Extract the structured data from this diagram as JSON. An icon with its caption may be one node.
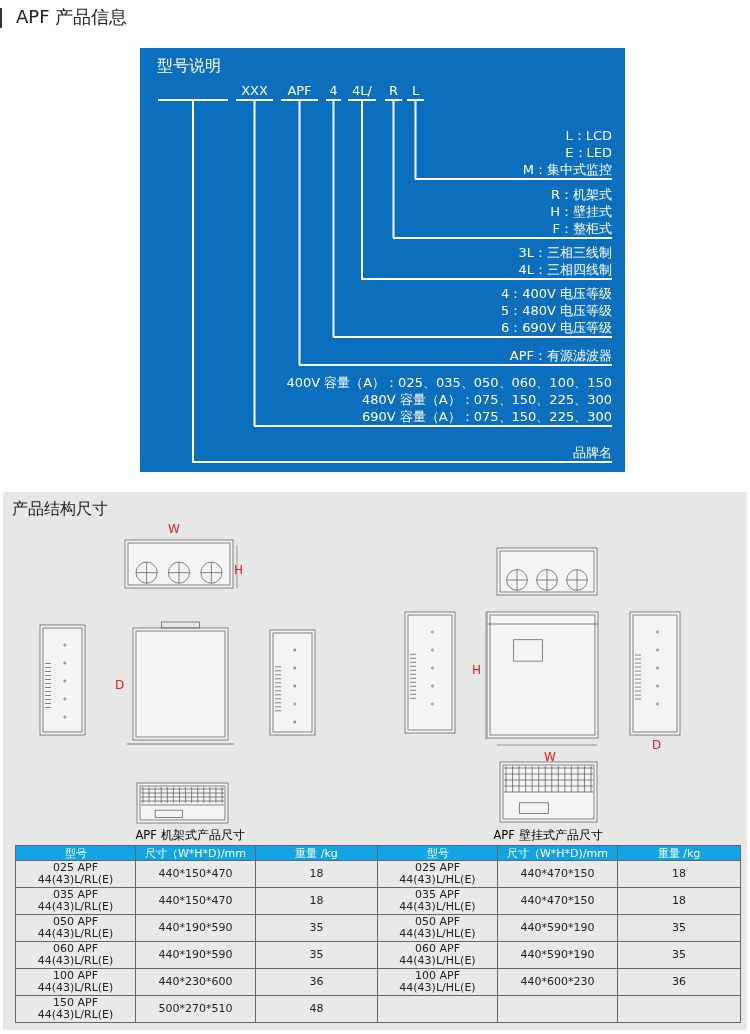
{
  "diagram": {
    "title": "APF 产品信息",
    "nodes": [
      {
        "text": [
          "型号说明"
        ]
      },
      {
        "text": [],
        "shape": "bar",
        "in": 0
      },
      {
        "text": [
          "XXX"
        ],
        "in": 0
      },
      {
        "text": [
          "APF"
        ],
        "in": 0
      },
      {
        "text": [
          "4"
        ],
        "in": 0
      },
      {
        "text": [
          "4L/"
        ],
        "in": 0
      },
      {
        "text": [
          "R"
        ],
        "in": 0
      },
      {
        "text": [
          "L"
        ],
        "in": 0
      },
      {
        "text": [
          "L：LCD",
          "E：LED",
          "M：集中式监控"
        ],
        "in": 0
      },
      {
        "text": [
          "R：机架式",
          "H：壁挂式",
          "F：整柜式"
        ],
        "in": 0
      },
      {
        "text": [
          "3L：三相三线制",
          "4L：三相四线制"
        ],
        "in": 0
      },
      {
        "text": [
          "4：400V 电压等级",
          "5：480V 电压等级",
          "6：690V 电压等级"
        ],
        "in": 0
      },
      {
        "text": [
          "APF：有源滤波器"
        ],
        "in": 0
      },
      {
        "text": [
          "400V 容量（A）：025、035、050、060、100、150",
          "480V 容量（A）：075、150、225、300",
          "690V 容量（A）：075、150、225、300"
        ],
        "in": 0
      },
      {
        "text": [
          "品牌名"
        ],
        "in": 0
      }
    ],
    "edges": [
      {
        "from": 7,
        "to": 8,
        "arrow": "none"
      },
      {
        "from": 6,
        "to": 9,
        "arrow": "none"
      },
      {
        "from": 5,
        "to": 10,
        "arrow": "none"
      },
      {
        "from": 4,
        "to": 11,
        "arrow": "none"
      },
      {
        "from": 3,
        "to": 12,
        "arrow": "none"
      },
      {
        "from": 2,
        "to": 13,
        "arrow": "none"
      },
      {
        "from": 1,
        "to": 14,
        "arrow": "none"
      }
    ],
    "labels": [
      "产品结构尺寸",
      "W",
      "H",
      "D",
      "H",
      "W",
      "D",
      "APF 机架式产品尺寸",
      "APF 壁挂式产品尺寸",
      "型号",
      "尺寸（W*H*D)/mm",
      "重量 /kg",
      "型号",
      "尺寸（W*H*D)/mm",
      "重量 /kg",
      "025 APF 44(43)L/RL(E)",
      "440*150*470",
      "18",
      "025 APF 44(43)L/HL(E)",
      "440*470*150",
      "18",
      "035 APF 44(43)L/RL(E)",
      "440*150*470",
      "18",
      "035 APF 44(43)L/HL(E)",
      "440*470*150",
      "18",
      "050 APF 44(43)L/RL(E)",
      "440*190*590",
      "35",
      "050 APF 44(43)L/HL(E)",
      "440*590*190",
      "35",
      "060 APF 44(43)L/RL(E)",
      "440*190*590",
      "35",
      "060 APF 44(43)L/HL(E)",
      "440*590*190",
      "35",
      "100 APF 44(43)L/RL(E)",
      "440*230*600",
      "36",
      "100 APF 44(43)L/HL(E)",
      "440*600*230",
      "36",
      "150 APF 44(43)L/RL(E)",
      "500*270*510",
      "48"
    ]
  }
}
